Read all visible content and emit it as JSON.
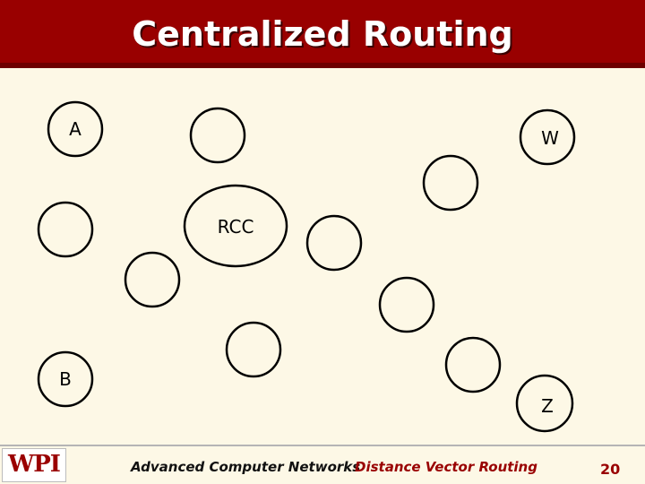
{
  "slide": {
    "title": "Centralized Routing",
    "footer_left": "Advanced Computer Networks",
    "footer_center": "Distance Vector Routing",
    "page_number": "20",
    "logo_text": "WPI"
  },
  "diagram": {
    "nodes": [
      {
        "id": "A",
        "label": "A"
      },
      {
        "id": "W",
        "label": "W"
      },
      {
        "id": "RCC",
        "label": "RCC"
      },
      {
        "id": "B",
        "label": "B"
      },
      {
        "id": "Z",
        "label": "Z"
      },
      {
        "id": "n1",
        "label": ""
      },
      {
        "id": "n2",
        "label": ""
      },
      {
        "id": "n3",
        "label": ""
      },
      {
        "id": "n4",
        "label": ""
      },
      {
        "id": "n5",
        "label": ""
      },
      {
        "id": "n6",
        "label": ""
      },
      {
        "id": "n7",
        "label": ""
      },
      {
        "id": "n8",
        "label": ""
      }
    ]
  },
  "colors": {
    "title_bar": "#990000",
    "background": "#fdf8e6",
    "footer_accent": "#990000"
  }
}
